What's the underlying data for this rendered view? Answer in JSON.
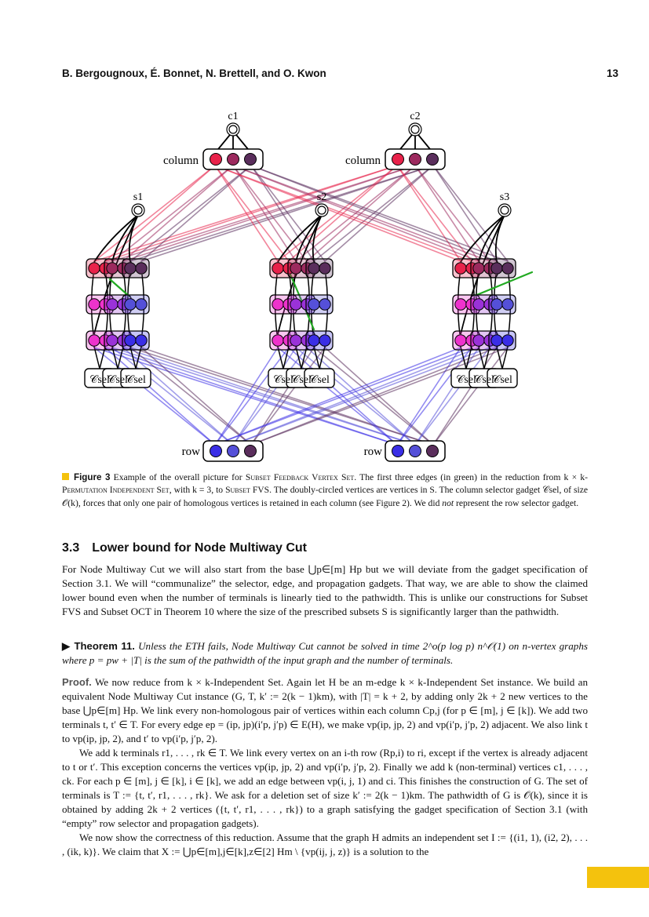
{
  "header": {
    "authors": "B. Bergougnoux, É. Bonnet, N. Brettell, and O. Kwon",
    "page_number": "13"
  },
  "figure": {
    "terminal_labels_c": [
      "c1",
      "c2"
    ],
    "terminal_labels_s": [
      "s1",
      "s2",
      "s3"
    ],
    "column_label": "column",
    "row_label": "row",
    "csel_label": "𝒞sel",
    "colors": {
      "red": "#e8224a",
      "maroon": "#9c2a5e",
      "plum": "#5a2e5c",
      "magenta": "#ee33cc",
      "violet": "#9a32d8",
      "indigo": "#5550d8",
      "blue": "#3a2ee6",
      "green": "#22aa22"
    }
  },
  "caption": {
    "label": "Figure 3",
    "text_1": " Example of the overall picture for ",
    "sfvs": "Subset Feedback Vertex Set",
    "text_2": ". The first three edges (in green) in the reduction from k × k-",
    "pis": "Permutation Independent Set",
    "text_3": ", with k = 3, to ",
    "subset": "Subset",
    "text_4": " FVS. The doubly-circled vertices are vertices in S. The column selector gadget 𝒞sel, of size 𝒪(k), forces that only one pair of homologous vertices is retained in each column (see Figure 2). We did ",
    "not": "not",
    "text_5": " represent the row selector gadget."
  },
  "section": {
    "number": "3.3",
    "title": "Lower bound for Node Multiway Cut"
  },
  "para1": "For Node Multiway Cut we will also start from the base ⋃p∈[m] Hp but we will deviate from the gadget specification of Section 3.1. We will “communalize” the selector, edge, and propagation gadgets. That way, we are able to show the claimed lower bound even when the number of terminals is linearly tied to the pathwidth. This is unlike our constructions for Subset FVS and Subset OCT in Theorem 10 where the size of the prescribed subsets S is significantly larger than the pathwidth.",
  "theorem": {
    "label": "▶ Theorem 11.",
    "text": " Unless the ETH fails, Node Multiway Cut cannot be solved in time 2^o(p log p) n^𝒪(1) on n-vertex graphs where p = pw + |T| is the sum of the pathwidth of the input graph and the number of terminals."
  },
  "proof": {
    "label": "Proof.",
    "p1": " We now reduce from k × k-Independent Set. Again let H be an m-edge k × k-Independent Set instance. We build an equivalent Node Multiway Cut instance (G, T, k′ := 2(k − 1)km), with |T| = k + 2, by adding only 2k + 2 new vertices to the base ⋃p∈[m] Hp. We link every non-homologous pair of vertices within each column Cp,j (for p ∈ [m], j ∈ [k]). We add two terminals t, t′ ∈ T. For every edge ep = (ip, jp)(i′p, j′p) ∈ E(H), we make vp(ip, jp, 2) and vp(i′p, j′p, 2) adjacent. We also link t to vp(ip, jp, 2), and t′ to vp(i′p, j′p, 2).",
    "p2": "We add k terminals r1, . . . , rk ∈ T. We link every vertex on an i-th row (Rp,i) to ri, except if the vertex is already adjacent to t or t′. This exception concerns the vertices vp(ip, jp, 2) and vp(i′p, j′p, 2). Finally we add k (non-terminal) vertices c1, . . . , ck. For each p ∈ [m], j ∈ [k], i ∈ [k], we add an edge between vp(i, j, 1) and ci. This finishes the construction of G. The set of terminals is T := {t, t′, r1, . . . , rk}. We ask for a deletion set of size k′ := 2(k − 1)km. The pathwidth of G is 𝒪(k), since it is obtained by adding 2k + 2 vertices ({t, t′, r1, . . . , rk}) to a graph satisfying the gadget specification of Section 3.1 (with “empty” row selector and propagation gadgets).",
    "p3": "We now show the correctness of this reduction. Assume that the graph H admits an independent set I := {(i1, 1), (i2, 2), . . . , (ik, k)}. We claim that X := ⋃p∈[m],j∈[k],z∈[2] Hm \\ {vp(ij, j, z)} is a solution to the"
  }
}
